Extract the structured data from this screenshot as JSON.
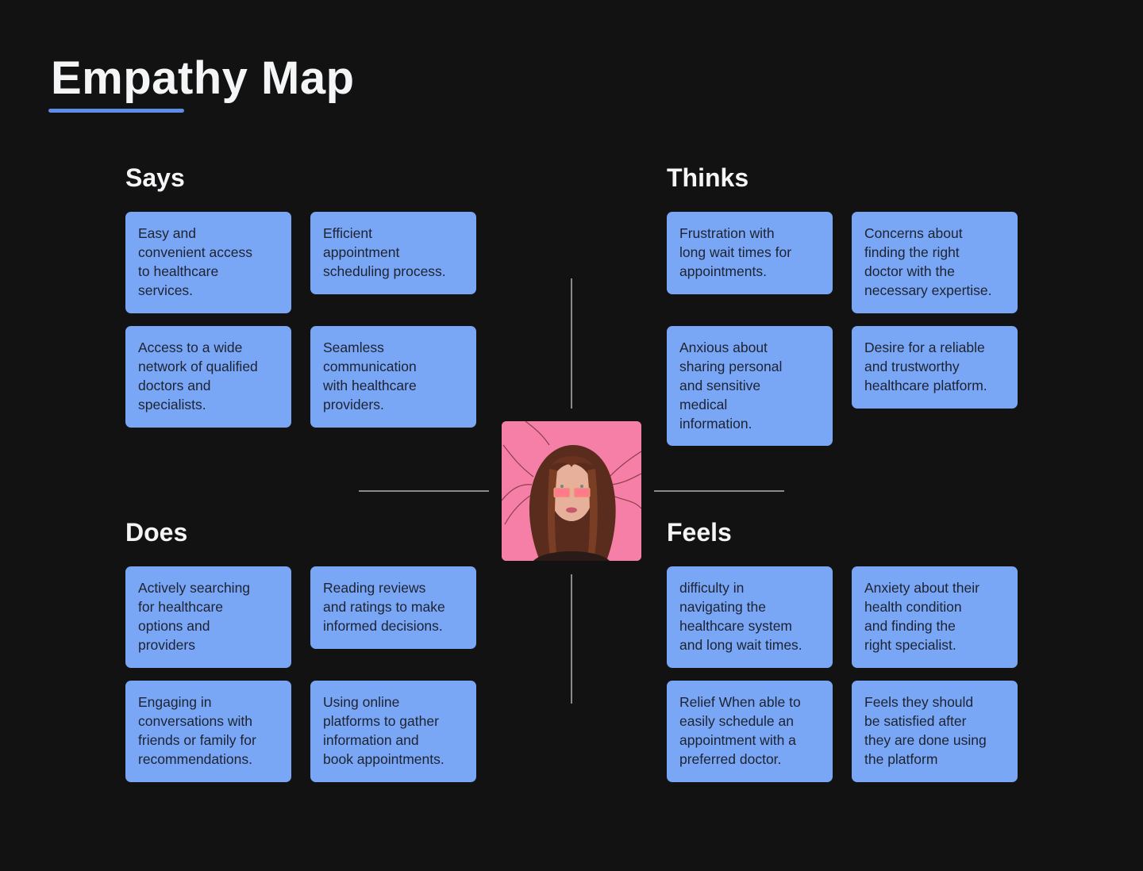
{
  "title": "Empathy Map",
  "accent_color": "#5e8de8",
  "card_color": "#7aa6f6",
  "persona": {
    "alt": "Persona photo: young woman with long windblown brown hair and pink-tinted glasses on a pink background"
  },
  "sections": {
    "says": {
      "heading": "Says",
      "cards": [
        "Easy and\nconvenient access\nto healthcare\nservices.",
        "Efficient\nappointment\nscheduling process.",
        "Access to a wide\nnetwork of qualified\ndoctors and\nspecialists.",
        "Seamless\ncommunication\nwith healthcare\nproviders."
      ]
    },
    "thinks": {
      "heading": "Thinks",
      "cards": [
        "Frustration with\nlong wait times for\nappointments.",
        "Concerns about\nfinding the right\ndoctor with the\nnecessary expertise.",
        "Anxious about\nsharing personal\nand sensitive\nmedical\ninformation.",
        "Desire for a reliable\nand trustworthy\nhealthcare platform."
      ]
    },
    "does": {
      "heading": "Does",
      "cards": [
        "Actively searching\nfor healthcare\noptions and\nproviders",
        "Reading reviews\nand ratings to make\ninformed decisions.",
        "Engaging in\nconversations with\nfriends or family for\nrecommendations.",
        "Using online\nplatforms to gather\ninformation and\nbook appointments."
      ]
    },
    "feels": {
      "heading": "Feels",
      "cards": [
        "difficulty in\nnavigating the\nhealthcare system\nand long wait times.",
        "Anxiety about their\nhealth condition\nand finding the\nright specialist.",
        "Relief When able to\neasily schedule an\nappointment with a\npreferred doctor.",
        "Feels they should\nbe satisfied after\nthey are done using\nthe platform"
      ]
    }
  }
}
